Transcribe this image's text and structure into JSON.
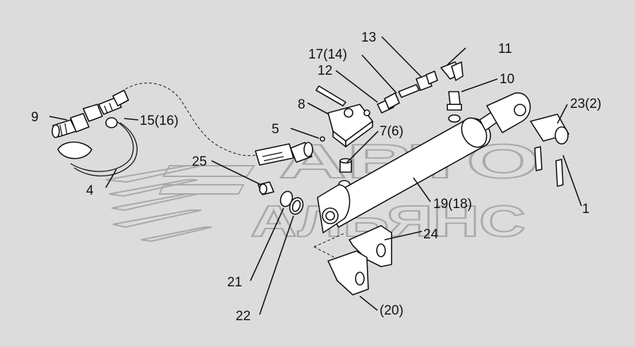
{
  "watermark": {
    "line1": "АВТО",
    "line2": "АЛЬЯНС",
    "color": "#a9a9a9"
  },
  "colors": {
    "background": "#dcdcdc",
    "line": "#111111",
    "part_fill": "#ffffff"
  },
  "callouts": {
    "c1": "1",
    "c4": "4",
    "c5": "5",
    "c7": "7(6)",
    "c8": "8",
    "c9": "9",
    "c10": "10",
    "c11": "11",
    "c12": "12",
    "c13": "13",
    "c15": "15(16)",
    "c17": "17(14)",
    "c19": "19(18)",
    "c20": "(20)",
    "c21": "21",
    "c22": "22",
    "c23": "23(2)",
    "c24": "24",
    "c25": "25"
  }
}
